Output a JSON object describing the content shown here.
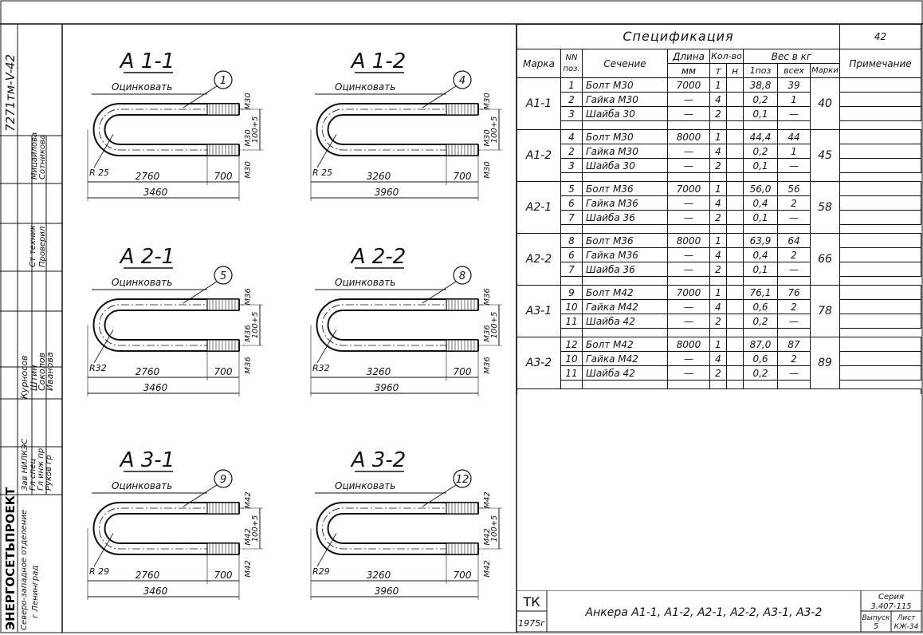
{
  "left_strip": {
    "doc_number": "7271тм-V-42",
    "org_name": "ЭНЕРГОСЕТЬПРОЕКТ",
    "org_branch": "Северо-западное отделение",
    "org_city": "г Ленинград",
    "roles": [
      {
        "role": "Зав НИЛКЭС",
        "name": ""
      },
      {
        "role": "Гл спец",
        "name": ""
      },
      {
        "role": "Гл инж пр",
        "name": ""
      },
      {
        "role": "Руков гр",
        "name": "Курносов"
      },
      {
        "role": "",
        "name": "Штин"
      },
      {
        "role": "",
        "name": "Соколов"
      },
      {
        "role": "",
        "name": "Иванова"
      },
      {
        "role": "Ст техник",
        "name": ""
      },
      {
        "role": "Проверил",
        "name": ""
      },
      {
        "role": "",
        "name": "Мицайлова"
      },
      {
        "role": "",
        "name": "Сотникова"
      }
    ]
  },
  "drawings": [
    {
      "title": "А 1-1",
      "note": "Оцинковать",
      "pos": "1",
      "thread": "М30",
      "thread2": "М30",
      "thread3": "М30",
      "radius": "R 25",
      "dim_gap": "100+5",
      "dim_body": "2760",
      "dim_thread": "700",
      "dim_total": "3460"
    },
    {
      "title": "А 1-2",
      "note": "Оцинковать",
      "pos": "4",
      "thread": "М30",
      "thread2": "М30",
      "thread3": "М30",
      "radius": "R 25",
      "dim_gap": "100+5",
      "dim_body": "3260",
      "dim_thread": "700",
      "dim_total": "3960"
    },
    {
      "title": "А 2-1",
      "note": "Оцинковать",
      "pos": "5",
      "thread": "М36",
      "thread2": "М36",
      "thread3": "М36",
      "radius": "R32",
      "dim_gap": "100+5",
      "dim_body": "2760",
      "dim_thread": "700",
      "dim_total": "3460"
    },
    {
      "title": "А 2-2",
      "note": "Оцинковать",
      "pos": "8",
      "thread": "М36",
      "thread2": "М36",
      "thread3": "М36",
      "radius": "R32",
      "dim_gap": "100+5",
      "dim_body": "3260",
      "dim_thread": "700",
      "dim_total": "3960"
    },
    {
      "title": "А 3-1",
      "note": "Оцинковать",
      "pos": "9",
      "thread": "М42",
      "thread2": "М42",
      "thread3": "М42",
      "radius": "R 29",
      "dim_gap": "100+5",
      "dim_body": "2760",
      "dim_thread": "700",
      "dim_total": "3460"
    },
    {
      "title": "А 3-2",
      "note": "Оцинковать",
      "pos": "12",
      "thread": "М42",
      "thread2": "М42",
      "thread3": "М42",
      "radius": "R29",
      "dim_gap": "100+5",
      "dim_body": "3260",
      "dim_thread": "700",
      "dim_total": "3960"
    }
  ],
  "spec": {
    "title": "Спецификация",
    "sheet": "42",
    "headers": {
      "mark": "Марка",
      "pos": "NN поз.",
      "section": "Сечение",
      "length": "Длина",
      "length_unit": "мм",
      "qty": "Кол-во",
      "qty_m": "т",
      "qty_n": "н",
      "weight": "Вес в кг",
      "w_one": "1поз",
      "w_all": "всех",
      "w_mark": "Марки",
      "note": "Примечание"
    },
    "groups": [
      {
        "mark": "А1-1",
        "total": "40",
        "rows": [
          {
            "pos": "1",
            "section": "Болт М30",
            "length": "7000",
            "qty": "1",
            "w1": "38,8",
            "wall": "39"
          },
          {
            "pos": "2",
            "section": "Гайка М30",
            "length": "—",
            "qty": "4",
            "w1": "0,2",
            "wall": "1"
          },
          {
            "pos": "3",
            "section": "Шайба 30",
            "length": "—",
            "qty": "2",
            "w1": "0,1",
            "wall": "—"
          }
        ]
      },
      {
        "mark": "А1-2",
        "total": "45",
        "rows": [
          {
            "pos": "4",
            "section": "Болт М30",
            "length": "8000",
            "qty": "1",
            "w1": "44,4",
            "wall": "44"
          },
          {
            "pos": "2",
            "section": "Гайка М30",
            "length": "—",
            "qty": "4",
            "w1": "0,2",
            "wall": "1"
          },
          {
            "pos": "3",
            "section": "Шайба 30",
            "length": "—",
            "qty": "2",
            "w1": "0,1",
            "wall": "—"
          }
        ]
      },
      {
        "mark": "А2-1",
        "total": "58",
        "rows": [
          {
            "pos": "5",
            "section": "Болт М36",
            "length": "7000",
            "qty": "1",
            "w1": "56,0",
            "wall": "56"
          },
          {
            "pos": "6",
            "section": "Гайка М36",
            "length": "—",
            "qty": "4",
            "w1": "0,4",
            "wall": "2"
          },
          {
            "pos": "7",
            "section": "Шайба 36",
            "length": "—",
            "qty": "2",
            "w1": "0,1",
            "wall": "—"
          }
        ]
      },
      {
        "mark": "А2-2",
        "total": "66",
        "rows": [
          {
            "pos": "8",
            "section": "Болт М36",
            "length": "8000",
            "qty": "1",
            "w1": "63,9",
            "wall": "64"
          },
          {
            "pos": "6",
            "section": "Гайка М36",
            "length": "—",
            "qty": "4",
            "w1": "0,4",
            "wall": "2"
          },
          {
            "pos": "7",
            "section": "Шайба 36",
            "length": "—",
            "qty": "2",
            "w1": "0,1",
            "wall": "—"
          }
        ]
      },
      {
        "mark": "А3-1",
        "total": "78",
        "rows": [
          {
            "pos": "9",
            "section": "Болт М42",
            "length": "7000",
            "qty": "1",
            "w1": "76,1",
            "wall": "76"
          },
          {
            "pos": "10",
            "section": "Гайка М42",
            "length": "—",
            "qty": "4",
            "w1": "0,6",
            "wall": "2"
          },
          {
            "pos": "11",
            "section": "Шайба 42",
            "length": "—",
            "qty": "2",
            "w1": "0,2",
            "wall": "—"
          }
        ]
      },
      {
        "mark": "А3-2",
        "total": "89",
        "rows": [
          {
            "pos": "12",
            "section": "Болт М42",
            "length": "8000",
            "qty": "1",
            "w1": "87,0",
            "wall": "87"
          },
          {
            "pos": "10",
            "section": "Гайка М42",
            "length": "—",
            "qty": "4",
            "w1": "0,6",
            "wall": "2"
          },
          {
            "pos": "11",
            "section": "Шайба 42",
            "length": "—",
            "qty": "2",
            "w1": "0,2",
            "wall": "—"
          }
        ]
      }
    ]
  },
  "title_block": {
    "code": "ТК",
    "year": "1975г",
    "caption": "Анкера А1-1, А1-2, А2-1, А2-2, А3-1, А3-2",
    "series_label": "Серия",
    "series": "3.407-115",
    "issue_label": "Выпуск",
    "issue": "5",
    "sheet_label": "Лист",
    "sheet": "КЖ-34"
  }
}
